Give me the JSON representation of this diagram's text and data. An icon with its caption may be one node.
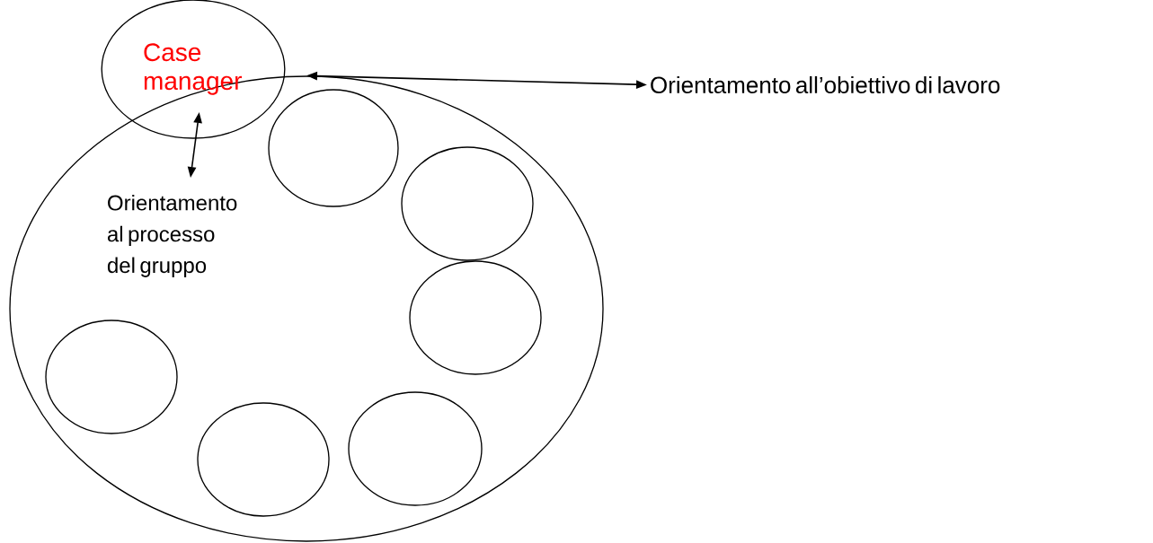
{
  "diagram": {
    "nodes": [
      {
        "text": [],
        "shape": "ellipse"
      },
      {
        "text": [
          "Case manager"
        ]
      },
      {
        "text": [
          "Orientamento all’obiettivo di lavoro"
        ]
      },
      {
        "text": [
          "Orientamento al processo del gruppo"
        ],
        "in": 0
      },
      {
        "text": [],
        "shape": "ellipse",
        "in": 0
      },
      {
        "text": [],
        "shape": "ellipse",
        "in": 0
      },
      {
        "text": [],
        "shape": "ellipse",
        "in": 0
      },
      {
        "text": [],
        "shape": "ellipse",
        "in": 0
      },
      {
        "text": [],
        "shape": "ellipse",
        "in": 0
      },
      {
        "text": [],
        "shape": "ellipse",
        "in": 0
      }
    ],
    "edges": [
      {
        "from": 0,
        "to": 2,
        "arrow": "both"
      },
      {
        "from": 1,
        "to": 3,
        "arrow": "both"
      }
    ]
  }
}
